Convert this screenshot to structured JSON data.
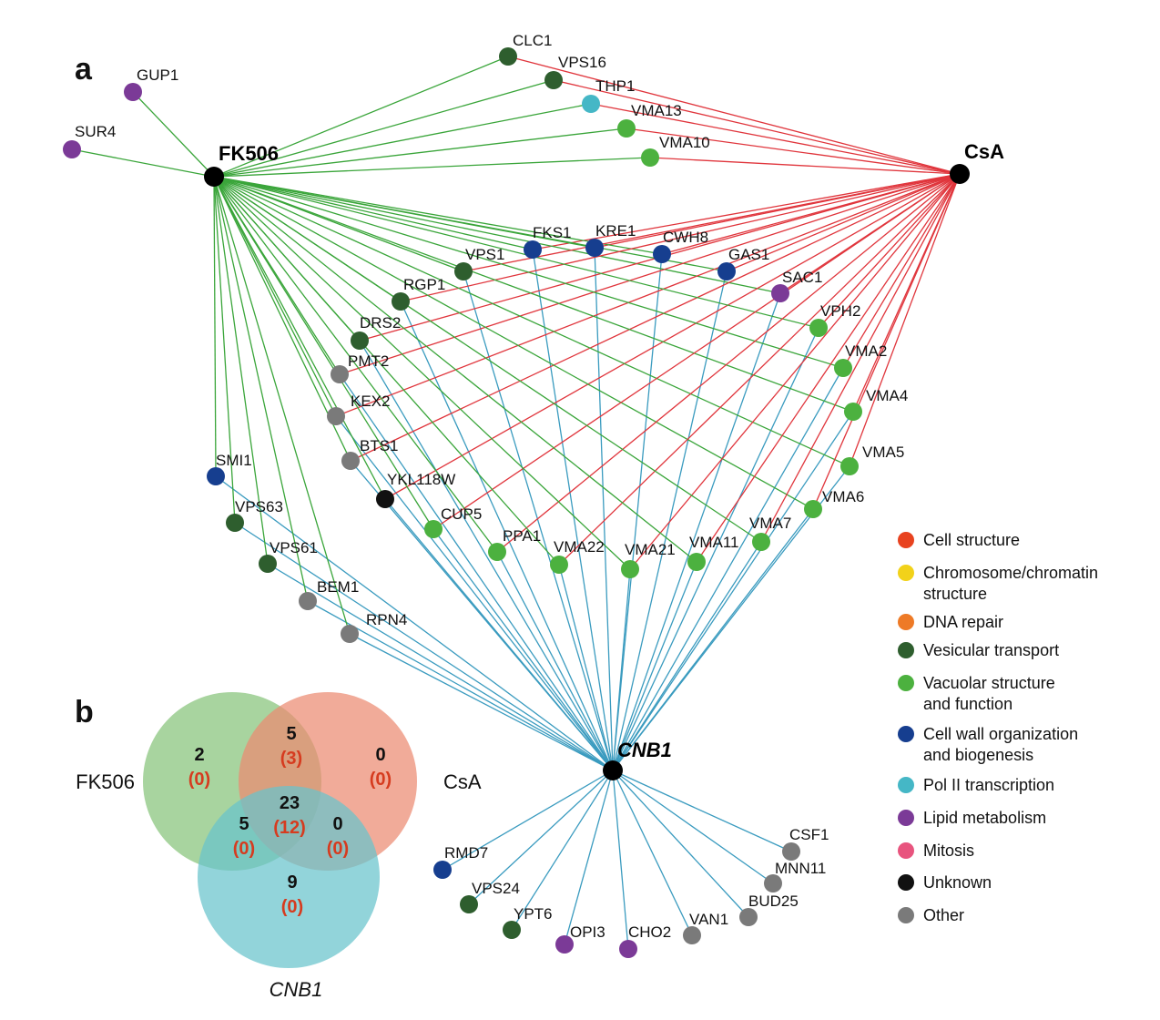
{
  "panels": {
    "a": "a",
    "b": "b"
  },
  "colors": {
    "edge_fk506": "#3aa53a",
    "edge_csa": "#e0353c",
    "edge_cnb1": "#3a9bbf",
    "Cell structure": "#e8421f",
    "Chromosome/chromatin structure": "#f2d21a",
    "DNA repair": "#ee7a26",
    "Vesicular transport": "#2e5e2e",
    "Vacuolar structure and function": "#4cb13f",
    "Cell wall organization and biogenesis": "#163e8f",
    "Pol II transcription": "#45b7c6",
    "Lipid metabolism": "#7b3a97",
    "Mitosis": "#e8547e",
    "Unknown": "#111111",
    "Other": "#7a7a7a"
  },
  "hubs": [
    {
      "id": "FK506",
      "label": "FK506",
      "italic": false
    },
    {
      "id": "CsA",
      "label": "CsA",
      "italic": false
    },
    {
      "id": "CNB1",
      "label": "CNB1",
      "italic": true
    }
  ],
  "nodes": [
    {
      "label": "GUP1",
      "category": "Lipid metabolism",
      "hubs": [
        "FK506"
      ]
    },
    {
      "label": "SUR4",
      "category": "Lipid metabolism",
      "hubs": [
        "FK506"
      ]
    },
    {
      "label": "CLC1",
      "category": "Vesicular transport",
      "hubs": [
        "FK506",
        "CsA"
      ]
    },
    {
      "label": "VPS16",
      "category": "Vesicular transport",
      "hubs": [
        "FK506",
        "CsA"
      ]
    },
    {
      "label": "THP1",
      "category": "Pol II transcription",
      "hubs": [
        "FK506",
        "CsA"
      ]
    },
    {
      "label": "VMA13",
      "category": "Vacuolar structure and function",
      "hubs": [
        "FK506",
        "CsA"
      ]
    },
    {
      "label": "VMA10",
      "category": "Vacuolar structure and function",
      "hubs": [
        "FK506",
        "CsA"
      ]
    },
    {
      "label": "FKS1",
      "category": "Cell wall organization and biogenesis",
      "hubs": [
        "FK506",
        "CsA",
        "CNB1"
      ]
    },
    {
      "label": "KRE1",
      "category": "Cell wall organization and biogenesis",
      "hubs": [
        "FK506",
        "CsA",
        "CNB1"
      ]
    },
    {
      "label": "CWH8",
      "category": "Cell wall organization and biogenesis",
      "hubs": [
        "FK506",
        "CsA",
        "CNB1"
      ]
    },
    {
      "label": "GAS1",
      "category": "Cell wall organization and biogenesis",
      "hubs": [
        "FK506",
        "CsA",
        "CNB1"
      ]
    },
    {
      "label": "SAC1",
      "category": "Lipid metabolism",
      "hubs": [
        "FK506",
        "CsA",
        "CNB1"
      ]
    },
    {
      "label": "VPS1",
      "category": "Vesicular transport",
      "hubs": [
        "FK506",
        "CsA",
        "CNB1"
      ]
    },
    {
      "label": "RGP1",
      "category": "Vesicular transport",
      "hubs": [
        "FK506",
        "CsA",
        "CNB1"
      ]
    },
    {
      "label": "DRS2",
      "category": "Vesicular transport",
      "hubs": [
        "FK506",
        "CsA",
        "CNB1"
      ]
    },
    {
      "label": "PMT2",
      "category": "Other",
      "hubs": [
        "FK506",
        "CsA",
        "CNB1"
      ]
    },
    {
      "label": "KEX2",
      "category": "Other",
      "hubs": [
        "FK506",
        "CsA",
        "CNB1"
      ]
    },
    {
      "label": "BTS1",
      "category": "Other",
      "hubs": [
        "FK506",
        "CsA",
        "CNB1"
      ]
    },
    {
      "label": "YKL118W",
      "category": "Unknown",
      "hubs": [
        "FK506",
        "CsA",
        "CNB1"
      ]
    },
    {
      "label": "VPH2",
      "category": "Vacuolar structure and function",
      "hubs": [
        "FK506",
        "CsA",
        "CNB1"
      ]
    },
    {
      "label": "VMA2",
      "category": "Vacuolar structure and function",
      "hubs": [
        "FK506",
        "CsA",
        "CNB1"
      ]
    },
    {
      "label": "VMA4",
      "category": "Vacuolar structure and function",
      "hubs": [
        "FK506",
        "CsA",
        "CNB1"
      ]
    },
    {
      "label": "VMA5",
      "category": "Vacuolar structure and function",
      "hubs": [
        "FK506",
        "CsA",
        "CNB1"
      ]
    },
    {
      "label": "VMA6",
      "category": "Vacuolar structure and function",
      "hubs": [
        "FK506",
        "CsA",
        "CNB1"
      ]
    },
    {
      "label": "CUP5",
      "category": "Vacuolar structure and function",
      "hubs": [
        "FK506",
        "CsA",
        "CNB1"
      ]
    },
    {
      "label": "PPA1",
      "category": "Vacuolar structure and function",
      "hubs": [
        "FK506",
        "CsA",
        "CNB1"
      ]
    },
    {
      "label": "VMA22",
      "category": "Vacuolar structure and function",
      "hubs": [
        "FK506",
        "CsA",
        "CNB1"
      ]
    },
    {
      "label": "VMA21",
      "category": "Vacuolar structure and function",
      "hubs": [
        "FK506",
        "CsA",
        "CNB1"
      ]
    },
    {
      "label": "VMA11",
      "category": "Vacuolar structure and function",
      "hubs": [
        "FK506",
        "CsA",
        "CNB1"
      ]
    },
    {
      "label": "VMA7",
      "category": "Vacuolar structure and function",
      "hubs": [
        "FK506",
        "CsA",
        "CNB1"
      ]
    },
    {
      "label": "SMI1",
      "category": "Cell wall organization and biogenesis",
      "hubs": [
        "FK506",
        "CNB1"
      ]
    },
    {
      "label": "VPS63",
      "category": "Vesicular transport",
      "hubs": [
        "FK506",
        "CNB1"
      ]
    },
    {
      "label": "VPS61",
      "category": "Vesicular transport",
      "hubs": [
        "FK506",
        "CNB1"
      ]
    },
    {
      "label": "BEM1",
      "category": "Other",
      "hubs": [
        "FK506",
        "CNB1"
      ]
    },
    {
      "label": "RPN4",
      "category": "Other",
      "hubs": [
        "FK506",
        "CNB1"
      ]
    },
    {
      "label": "RMD7",
      "category": "Cell wall organization and biogenesis",
      "hubs": [
        "CNB1"
      ]
    },
    {
      "label": "VPS24",
      "category": "Vesicular transport",
      "hubs": [
        "CNB1"
      ]
    },
    {
      "label": "YPT6",
      "category": "Vesicular transport",
      "hubs": [
        "CNB1"
      ]
    },
    {
      "label": "OPI3",
      "category": "Lipid metabolism",
      "hubs": [
        "CNB1"
      ]
    },
    {
      "label": "CHO2",
      "category": "Lipid metabolism",
      "hubs": [
        "CNB1"
      ]
    },
    {
      "label": "VAN1",
      "category": "Other",
      "hubs": [
        "CNB1"
      ]
    },
    {
      "label": "BUD25",
      "category": "Other",
      "hubs": [
        "CNB1"
      ]
    },
    {
      "label": "MNN11",
      "category": "Other",
      "hubs": [
        "CNB1"
      ]
    },
    {
      "label": "CSF1",
      "category": "Other",
      "hubs": [
        "CNB1"
      ]
    }
  ],
  "legend": [
    {
      "label": "Cell structure",
      "lines": [
        "Cell structure"
      ]
    },
    {
      "label": "Chromosome/chromatin structure",
      "lines": [
        "Chromosome/chromatin",
        "structure"
      ]
    },
    {
      "label": "DNA repair",
      "lines": [
        "DNA repair"
      ]
    },
    {
      "label": "Vesicular transport",
      "lines": [
        "Vesicular transport"
      ]
    },
    {
      "label": "Vacuolar structure and function",
      "lines": [
        "Vacuolar structure",
        "and function"
      ]
    },
    {
      "label": "Cell wall organization and biogenesis",
      "lines": [
        "Cell wall organization",
        "and biogenesis"
      ]
    },
    {
      "label": "Pol II transcription",
      "lines": [
        "Pol II transcription"
      ]
    },
    {
      "label": "Lipid metabolism",
      "lines": [
        "Lipid metabolism"
      ]
    },
    {
      "label": "Mitosis",
      "lines": [
        "Mitosis"
      ]
    },
    {
      "label": "Unknown",
      "lines": [
        "Unknown"
      ]
    },
    {
      "label": "Other",
      "lines": [
        "Other"
      ]
    }
  ],
  "venn": {
    "sets": [
      {
        "name": "FK506",
        "italic": false,
        "color": "#86c47a"
      },
      {
        "name": "CsA",
        "italic": false,
        "color": "#ec8a72"
      },
      {
        "name": "CNB1",
        "italic": true,
        "color": "#68c3cc"
      }
    ],
    "regions": [
      {
        "id": "fk_only",
        "count": "2",
        "sub": "(0)"
      },
      {
        "id": "fk_csa",
        "count": "5",
        "sub": "(3)"
      },
      {
        "id": "csa_only",
        "count": "0",
        "sub": "(0)"
      },
      {
        "id": "all",
        "count": "23",
        "sub": "(12)"
      },
      {
        "id": "fk_cnb",
        "count": "5",
        "sub": "(0)"
      },
      {
        "id": "csa_cnb",
        "count": "0",
        "sub": "(0)"
      },
      {
        "id": "cnb_only",
        "count": "9",
        "sub": "(0)"
      }
    ]
  }
}
